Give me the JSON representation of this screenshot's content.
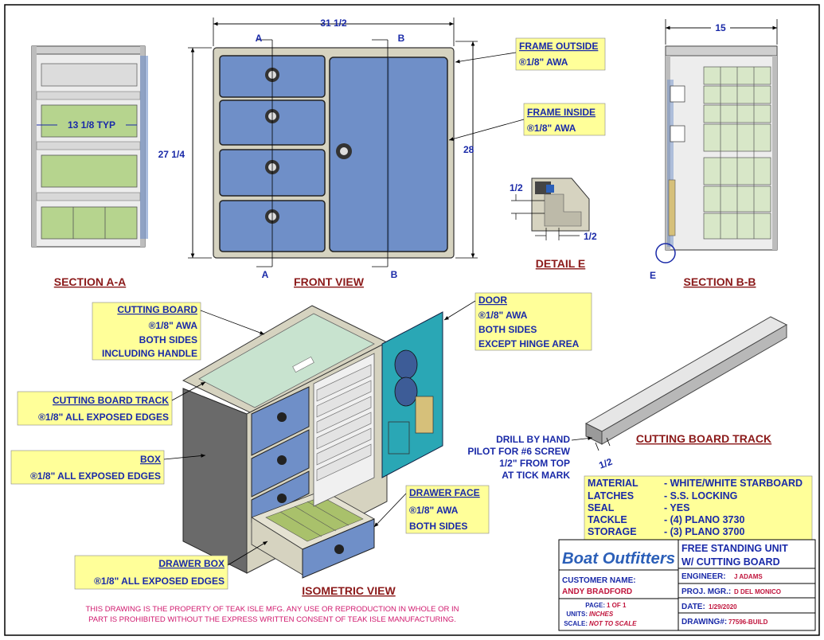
{
  "views": {
    "section_aa": "SECTION A-A",
    "front": "FRONT VIEW",
    "detail_e": "DETAIL  E",
    "section_bb": "SECTION B-B",
    "isometric": "ISOMETRIC VIEW",
    "cutting_board_track": "CUTTING BOARD TRACK"
  },
  "dimensions": {
    "width": "31 1/2",
    "height_inner": "27 1/4",
    "height_outer": "28",
    "depth": "15",
    "shelf_typ": "13 1/8 TYP",
    "detail_v": "1/2",
    "detail_h": "1/2",
    "track_half": "1/2"
  },
  "markers": {
    "a": "A",
    "b": "B",
    "e": "E"
  },
  "callouts": {
    "frame_outside": [
      "FRAME OUTSIDE",
      "®1/8\" AWA"
    ],
    "frame_inside": [
      "FRAME INSIDE",
      "®1/8\" AWA"
    ],
    "cutting_board": [
      "CUTTING BOARD",
      "®1/8\" AWA",
      "BOTH SIDES",
      "INCLUDING HANDLE"
    ],
    "door": [
      "DOOR",
      "®1/8\" AWA",
      "BOTH SIDES",
      "EXCEPT HINGE AREA"
    ],
    "cutting_board_track": [
      "CUTTING BOARD TRACK",
      "®1/8\" ALL EXPOSED EDGES"
    ],
    "box": [
      "BOX",
      "®1/8\" ALL EXPOSED EDGES"
    ],
    "drawer_face": [
      "DRAWER FACE",
      "®1/8\" AWA",
      "BOTH SIDES"
    ],
    "drawer_box": [
      "DRAWER BOX",
      "®1/8\" ALL EXPOSED EDGES"
    ]
  },
  "drill_note": [
    "DRILL BY HAND",
    "PILOT FOR #6 SCREW",
    "1/2\" FROM TOP",
    "AT TICK MARK"
  ],
  "specs": [
    {
      "key": "MATERIAL",
      "value": "- WHITE/WHITE STARBOARD"
    },
    {
      "key": "LATCHES",
      "value": "- S.S. LOCKING"
    },
    {
      "key": "SEAL",
      "value": "- YES"
    },
    {
      "key": "TACKLE",
      "value": "- (4) PLANO 3730"
    },
    {
      "key": "STORAGE",
      "value": "- (3) PLANO 3700"
    }
  ],
  "title_block": {
    "logo": "Boat Outfitters",
    "title1": "FREE STANDING UNIT",
    "title2": "W/ CUTTING BOARD",
    "engineer_label": "ENGINEER:",
    "engineer": "J ADAMS",
    "customer_label": "CUSTOMER NAME:",
    "customer": "ANDY BRADFORD",
    "pm_label": "PROJ. MGR.:",
    "pm": "D DEL MONICO",
    "page_label": "PAGE:",
    "page": "1 OF 1",
    "units_label": "UNITS:",
    "units": "INCHES",
    "scale_label": "SCALE:",
    "scale": "NOT TO SCALE",
    "date_label": "DATE:",
    "date": "1/29/2020",
    "drawing_label": "DRAWING#:",
    "drawing": "77596-BUILD"
  },
  "disclaimer": [
    "THIS DRAWING IS THE PROPERTY OF TEAK ISLE MFG.  ANY USE OR REPRODUCTION IN WHOLE OR IN",
    "PART IS PROHIBITED WITHOUT THE EXPRESS WRITTEN CONSENT OF TEAK ISLE MANUFACTURING."
  ],
  "colors": {
    "frame": "#d6d3c0",
    "drawer": "#6f8fc8",
    "door_teal": "#2aa7b5",
    "callout_bg": "#ffff99",
    "green_bin": "#b6d48e"
  }
}
